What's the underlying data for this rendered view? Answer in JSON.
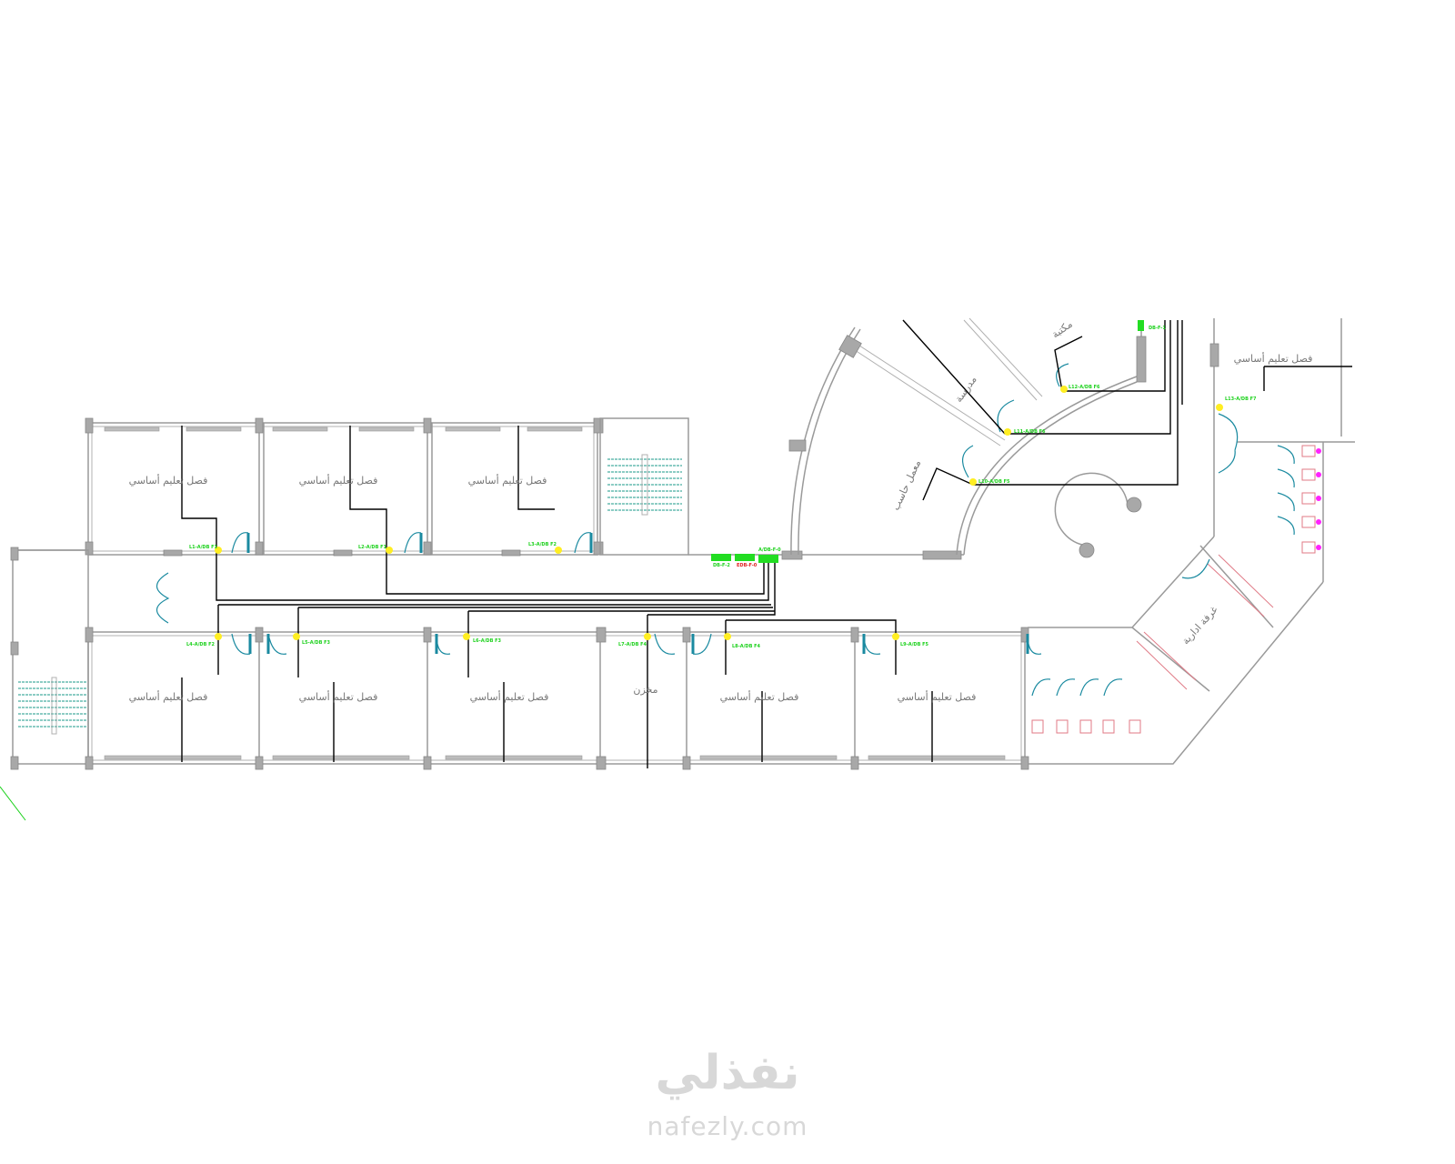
{
  "drawing": {
    "rooms": {
      "classroom": "فصل تعليم أساسي",
      "library": "مكتبة",
      "computer_lab": "معمل حاسب",
      "store": "مخزن",
      "admin_room": "غرفة ادارية",
      "office": "مدرسة"
    },
    "panels": {
      "main": "A/DB-F-0",
      "sub1": "DB-F-1",
      "sub2": "DB-F-2",
      "sub3": "EDB-F-0"
    },
    "circuits": [
      "L1-A/DB F1",
      "L2-A/DB F1",
      "L3-A/DB F2",
      "L4-A/DB F2",
      "L5-A/DB F3",
      "L6-A/DB F3",
      "L7-A/DB F4",
      "L8-A/DB F4",
      "L9-A/DB F5",
      "L10-A/DB F5",
      "L11-A/DB F6",
      "L12-A/DB F6",
      "L13-A/DB F7"
    ],
    "colors": {
      "wall": "#9a9a9a",
      "wire": "#000000",
      "door": "#1a8aa0",
      "circuit_label": "#1bd11b",
      "fixture": "#e07a86"
    }
  },
  "watermark": {
    "arabic": "نفذلي",
    "latin": "nafezly.com"
  }
}
